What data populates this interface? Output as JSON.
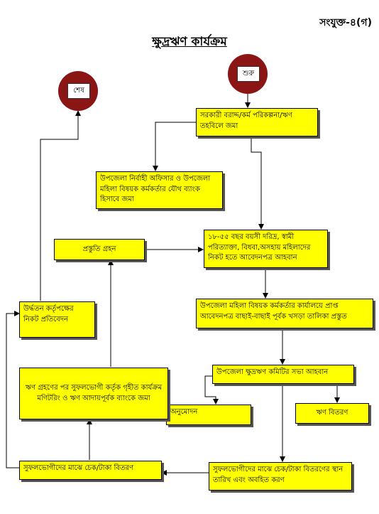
{
  "doc": {
    "tag": "সংযুক্ত-৪(গ)",
    "title": "ক্ষুদ্রঋণ কার্যক্রম"
  },
  "nodes": {
    "end": "শেষ",
    "start": "শুরু",
    "b1": "সরকারী বরাদ্দ/কর্ম পরিকল্পনা/ঋণ তহবিলে জমা",
    "b2": "উপজেলা নির্বাহী অফিসার ও উপজেলা মহিলা বিষয়ক কর্মকর্তার যৌথ ব্যাংক হিসাবে জমা",
    "b3": "১৮-৫৫ বছর বয়সী দরিদ্র, স্বামী পরিত্যাক্তা, বিধবা,অসহায় মহিলাদের নিকট হতে আবেদনপত্র আহবান",
    "b4": "উপজেলা মহিলা বিষয়ক কর্মকর্তার কার্যালয়ে প্রাপ্ত আবেদনপত্র বাছাই-বাছাই পূর্বক খসড়া তালিকা প্রস্তুত",
    "b5": "উপজেলা ক্ষুদ্রঋণ কমিটির সভা আহবান",
    "b6": "অনুমোদন",
    "b7": "ঋণ বিতরণ",
    "b8": "সুফলভোগীদের মাঝে চেক/টাকা বিতরণের স্থান তারিখ এবং অবহিত করণ",
    "b9": "সুফলভোগীদের মাঝে চেক/টাকা বিতরণ",
    "b10": "ঋণ গ্রহণের পর সুফলভোগী কর্তৃক গৃহীত কার্যক্রম মণিটরিং ও ঋণ আদায়পূর্বক ব্যাংকে জমা",
    "b11": "প্রস্তুতি গ্রহন",
    "b12": "উর্দ্ধতন কর্তৃপক্ষের নিকট প্রতিবেদন"
  }
}
